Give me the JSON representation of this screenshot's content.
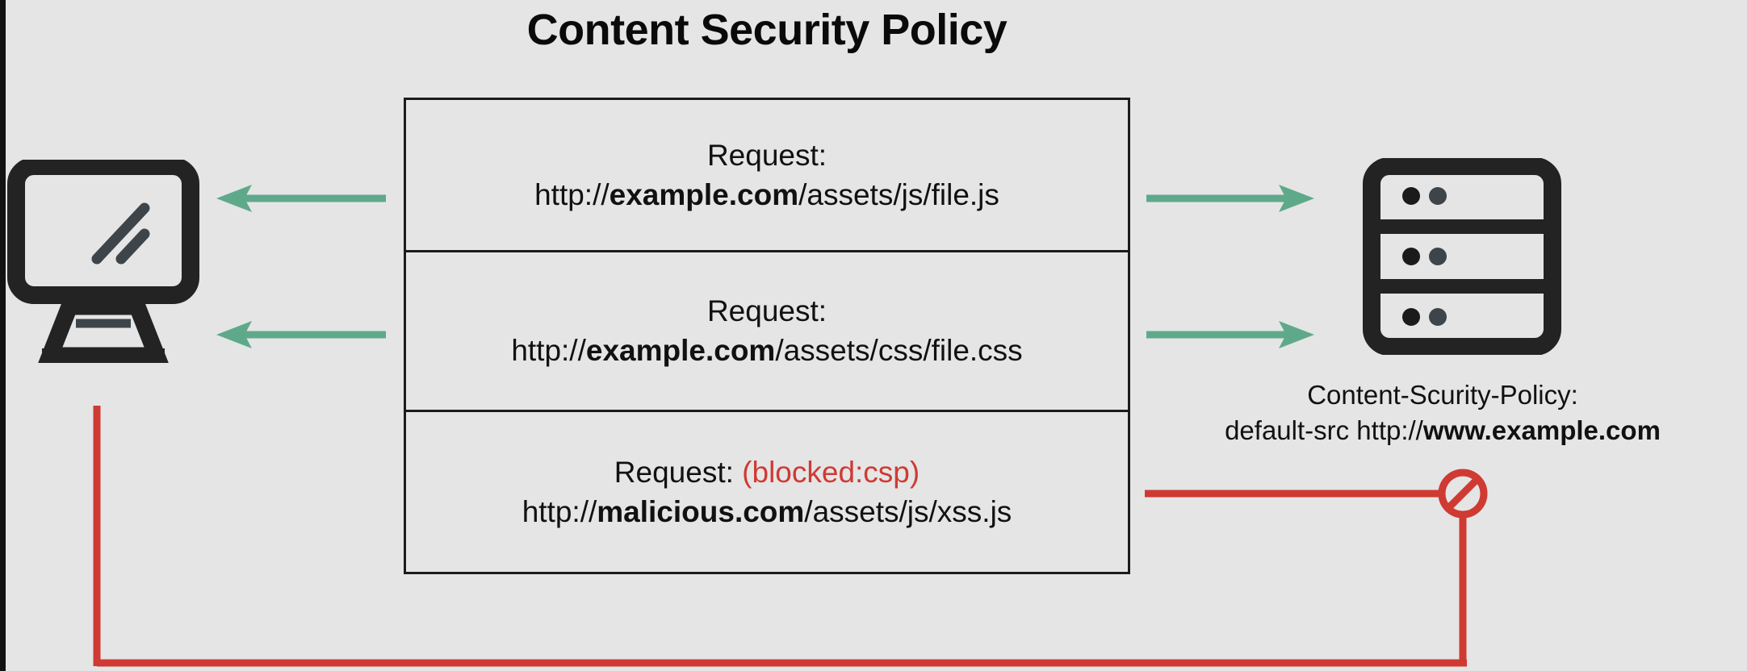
{
  "page": {
    "title": "Content Security Policy",
    "background_color": "#e5e5e5"
  },
  "colors": {
    "background": "#e5e5e5",
    "ink": "#1b1b1b",
    "allowed_arrow_green": "#5fa98b",
    "blocked_red": "#cf3a33",
    "icon_dark": "#232323",
    "icon_slash_gray": "#3d454b"
  },
  "client": {
    "icon_name": "monitor-icon",
    "role": "client-browser"
  },
  "server": {
    "icon_name": "server-rack-icon",
    "role": "web-server",
    "policy_header_line": "Content-Scurity-Policy:",
    "policy_value_prefix": "default-src http://",
    "policy_value_strong": "www.example.com"
  },
  "requests": [
    {
      "id": "request-js",
      "label": "Request:",
      "blocked_note": "",
      "url_prefix": "http://",
      "url_host": "example.com",
      "url_path": "/assets/js/file.js",
      "status": "allowed",
      "outbound_arrow": "arrow-right-green",
      "inbound_arrow": "arrow-left-green"
    },
    {
      "id": "request-css",
      "label": "Request:",
      "blocked_note": "",
      "url_prefix": "http://",
      "url_host": "example.com",
      "url_path": "/assets/css/file.css",
      "status": "allowed",
      "outbound_arrow": "arrow-right-green",
      "inbound_arrow": "arrow-left-green"
    },
    {
      "id": "request-xss",
      "label": "Request:",
      "blocked_note": "(blocked:csp)",
      "url_prefix": "http://",
      "url_host": "malicious.com",
      "url_path": "/assets/js/xss.js",
      "status": "blocked",
      "outbound_arrow": "blocked-red-path",
      "inbound_arrow": "blocked-red-path"
    }
  ],
  "annotations": {
    "blocked_icon_name": "no-entry-slash-icon",
    "blocked_icon_meaning": "request blocked by content security policy"
  }
}
